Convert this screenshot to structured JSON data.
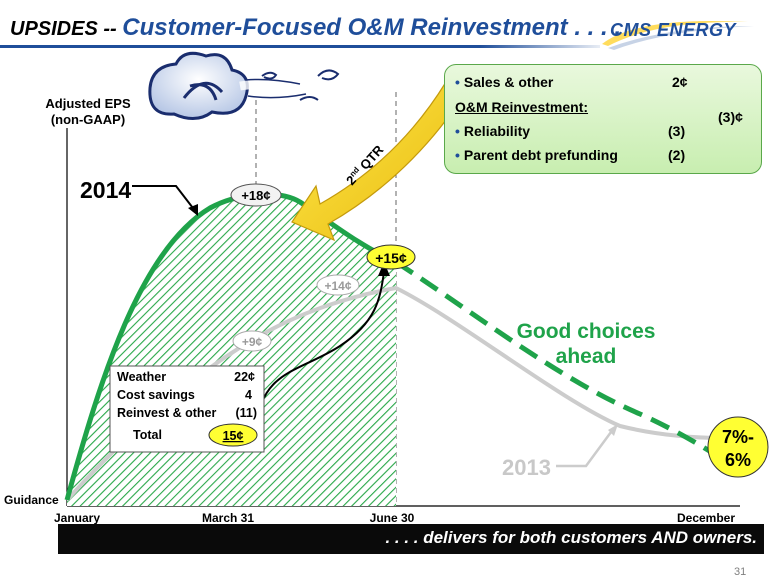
{
  "slide": {
    "title_lead": "UPSIDES -- ",
    "title_main": "Customer-Focused O&M Reinvestment . . . .",
    "logo_text": "CMS ENERGY",
    "footer": ". . . . delivers for both customers AND owners.",
    "page_number": "31"
  },
  "callout": {
    "sales_label": "Sales & other",
    "sales_value": "2¢",
    "om_heading": "O&M Reinvestment:",
    "reliability_label": "Reliability",
    "reliability_value": "(3)",
    "prefund_label": "Parent debt prefunding",
    "prefund_value": "(2)",
    "group_total": "(3)¢"
  },
  "breakdown": {
    "weather_label": "Weather",
    "weather_value": "22¢",
    "cost_label": "Cost savings",
    "cost_value": "4",
    "reinvest_label": "Reinvest & other",
    "reinvest_value": "(11)",
    "total_label": "Total",
    "total_value": "15¢"
  },
  "labels": {
    "y_axis_line1": "Adjusted EPS",
    "y_axis_line2": "(non-GAAP)",
    "year_2014": "2014",
    "year_2013": "2013",
    "peak_2014": "+18¢",
    "june_2014": "+15¢",
    "june_2013": "+14¢",
    "march_2013": "+9¢",
    "good_choices_1": "Good choices",
    "good_choices_2": "ahead",
    "second_qtr_sup": "nd",
    "second_qtr": "2",
    "second_qtr_rest": " QTR",
    "target_1": "7%-",
    "target_2": "6%",
    "guidance": "Guidance"
  },
  "chart_data": {
    "type": "area",
    "x_categories": [
      "January",
      "March 31",
      "June 30",
      "December"
    ],
    "series": [
      {
        "name": "2014",
        "points": [
          {
            "x": "January",
            "y": 0
          },
          {
            "x": "March 31",
            "y": 18
          },
          {
            "x": "June 30",
            "y": 15
          }
        ]
      },
      {
        "name": "2013",
        "points": [
          {
            "x": "January",
            "y": 0
          },
          {
            "x": "March 31",
            "y": 9
          },
          {
            "x": "June 30",
            "y": 14
          }
        ]
      }
    ],
    "colors": {
      "series_2014": "#1fa34a",
      "series_2013": "#c8c8c8",
      "accent_yellow": "#ffff33",
      "arrow_yellow": "#f2d21b",
      "title_blue": "#1f4e9a"
    }
  }
}
